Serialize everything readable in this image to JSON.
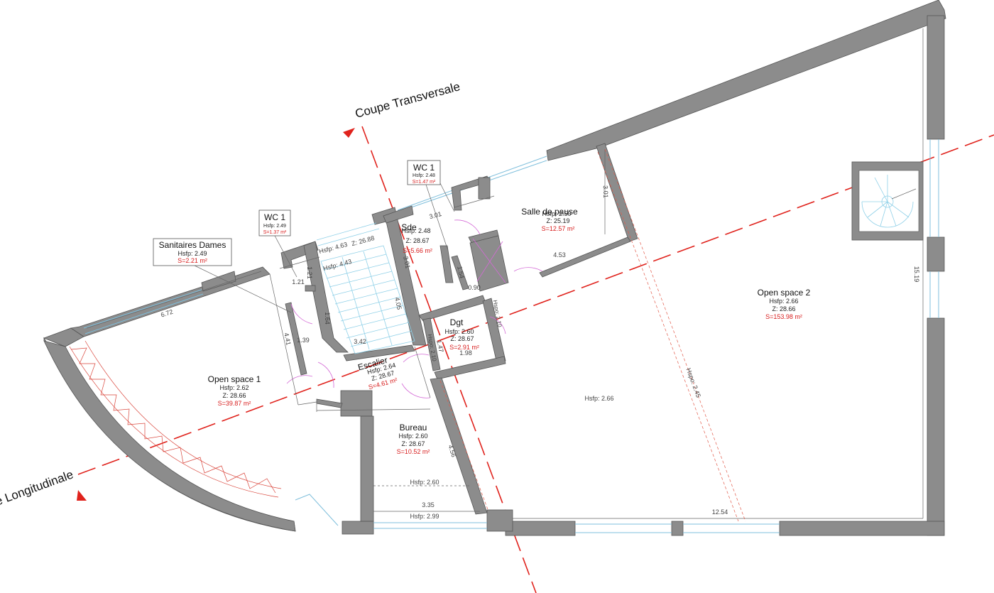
{
  "sections": {
    "transversal": "Coupe Transversale",
    "longitudinal": "e Longitudinale"
  },
  "rooms": {
    "open_space_1": {
      "name": "Open space 1",
      "hsfp": "Hsfp: 2.62",
      "z": "Z: 28.66",
      "s": "S=39.87 m²"
    },
    "open_space_2": {
      "name": "Open space 2",
      "hsfp": "Hsfp: 2.66",
      "z": "Z: 28.66",
      "s": "S=153.98 m²"
    },
    "salle_de_pause": {
      "name": "Salle de pause",
      "hsfp": "Hsfp: 2.50",
      "z": "Z: 25.19",
      "s": "S=12.57 m²"
    },
    "sde": {
      "name": "Sde",
      "hsfp": "Hsfp: 2.48",
      "z": "Z: 28.67",
      "s": "S=5.66 m²"
    },
    "dgt": {
      "name": "Dgt",
      "hsfp": "Hsfp: 2.60",
      "z": "Z: 28.67",
      "s": "S=2.91 m²"
    },
    "escalier": {
      "name": "Escalier",
      "hsfp": "Hsfp: 2.64",
      "z": "Z: 28.67",
      "s": "S=4.61 m²"
    },
    "bureau": {
      "name": "Bureau",
      "hsfp": "Hsfp: 2.60",
      "z": "Z: 28.67",
      "s": "S=10.52 m²"
    }
  },
  "tags": {
    "sanitaires_dames": {
      "name": "Sanitaires Dames",
      "hsfp": "Hsfp: 2.49",
      "s": "S=2.21 m²"
    },
    "wc1_left": {
      "name": "WC 1",
      "hsfp": "Hsfp: 2.49",
      "s": "S=1.37 m²"
    },
    "wc1_top": {
      "name": "WC 1",
      "hsfp": "Hsfp: 2.48",
      "s": "S=1.47 m²"
    }
  },
  "dimensions": {
    "d672": "6.72",
    "d441": "4.41",
    "d121a": "1.21",
    "d121b": "1.21",
    "d164": "1.64",
    "d139": "1.39",
    "d342": "3.42",
    "d463": "Hsfp: 4.63",
    "d2688": "Z: 26.88",
    "d443": "Hsfp: 4.43",
    "d301a": "3.01",
    "d301b": "3.01",
    "d301c": "3.01",
    "d405": "4.05",
    "d154": "1.54",
    "d090": "0.90",
    "d453": "4.53",
    "d198": "1.98",
    "d147": "1.47",
    "hspo210a": "Hspo: 2.10",
    "hspo210b": "Hspo: 2.10",
    "hsfp266": "Hsfp: 2.66",
    "hspo245": "Hspo: 2.45",
    "d1519": "15.19",
    "d456": "4.56",
    "hsfp260": "Hsfp: 2.60",
    "d335": "3.35",
    "hsfp299": "Hsfp: 2.99",
    "d1254": "12.54"
  },
  "colors": {
    "wall": "#8c8c8c",
    "section_line": "#e0221c",
    "glazing": "#7fbfdc",
    "door_swing": "#d46ad6",
    "area_text": "#d81e1e"
  }
}
